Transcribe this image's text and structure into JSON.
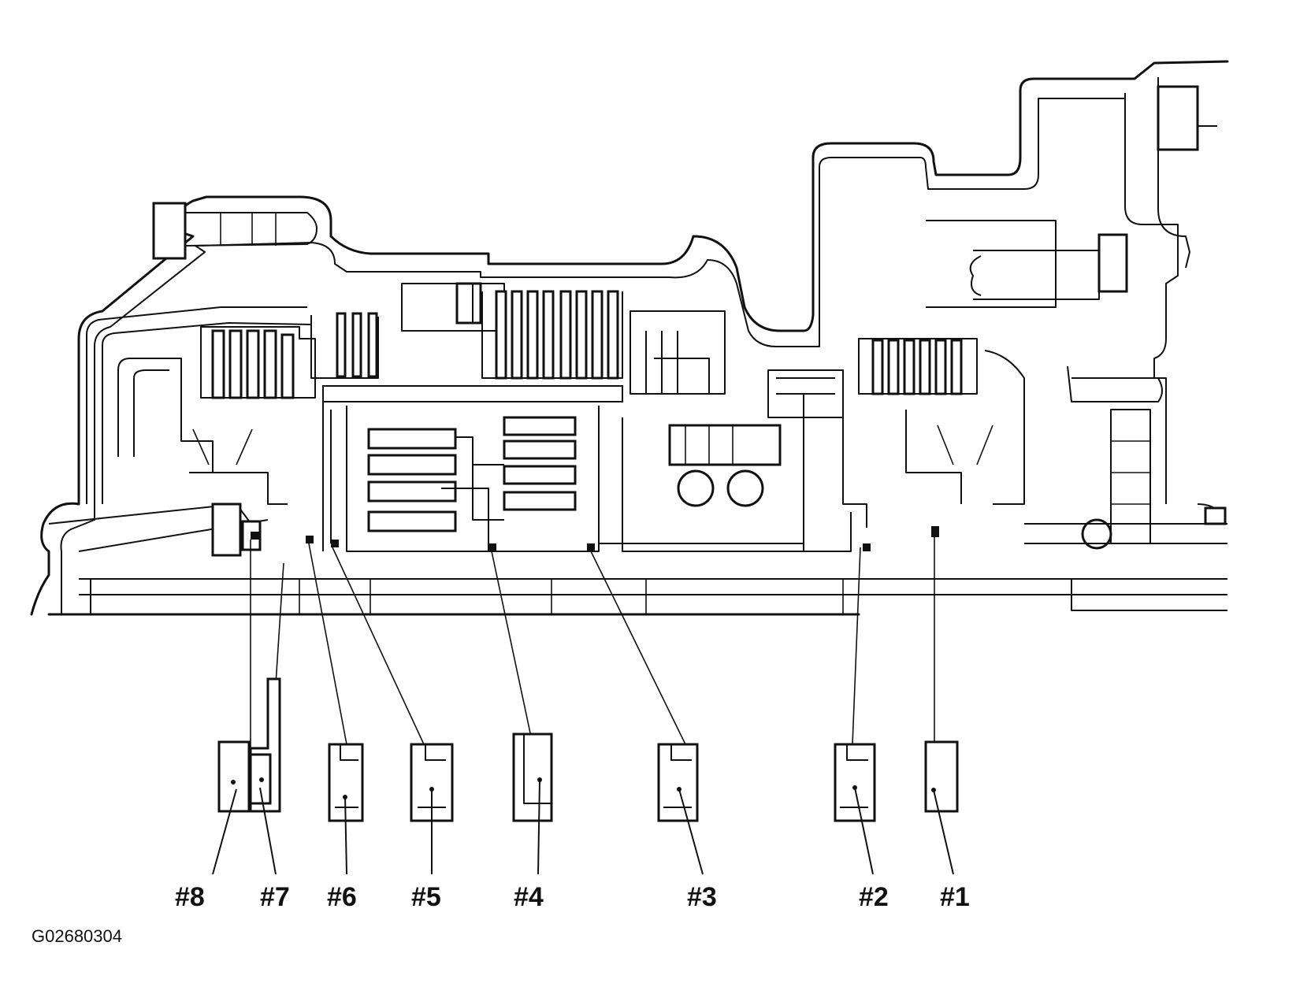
{
  "figure": {
    "id": "G02680304"
  },
  "callouts": [
    "#8",
    "#7",
    "#6",
    "#5",
    "#4",
    "#3",
    "#2",
    "#1"
  ],
  "icons": {
    "cross_section": "transmission-cross-section-drawing",
    "bearings": "thrust-bearing-icon"
  }
}
